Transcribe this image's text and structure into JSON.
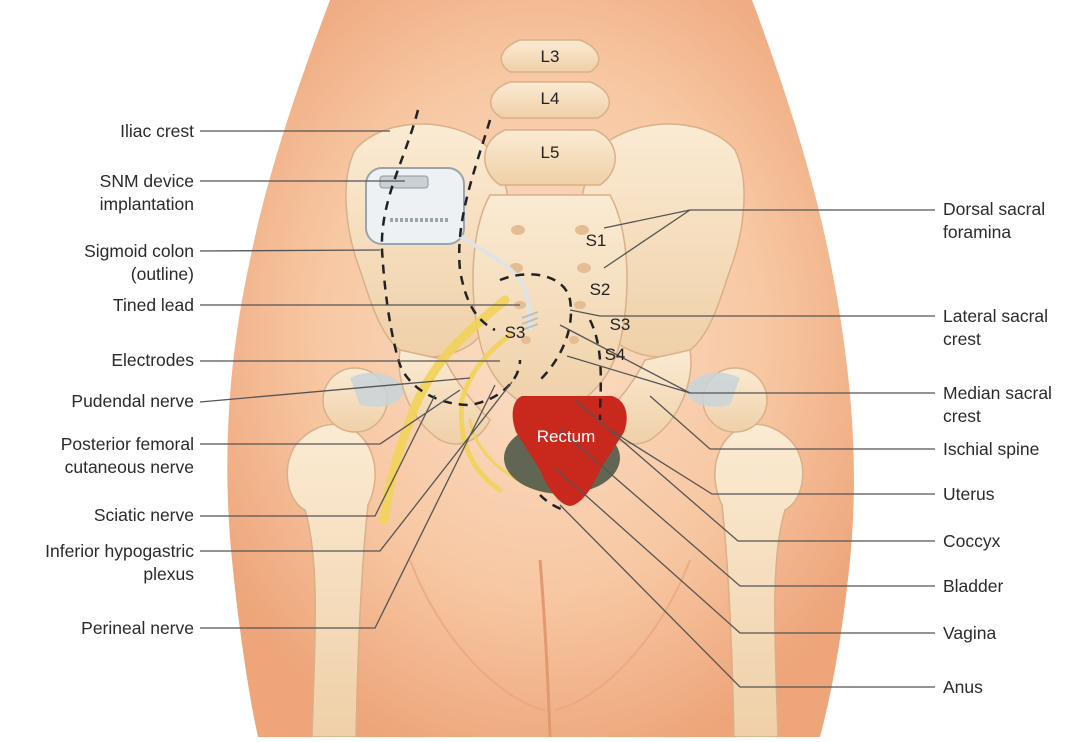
{
  "diagram": {
    "vertebra_labels": [
      "L3",
      "L4",
      "L5"
    ],
    "sacral_labels": [
      "S1",
      "S2",
      "S3",
      "S4"
    ],
    "lead_level_label": "S3",
    "organ_label": "Rectum",
    "left_labels": [
      "Iliac crest",
      "SNM device\nimplantation",
      "Sigmoid colon\n(outline)",
      "Tined lead",
      "Electrodes",
      "Pudendal nerve",
      "Posterior femoral\ncutaneous nerve",
      "Sciatic nerve",
      "Inferior hypogastric\nplexus",
      "Perineal nerve"
    ],
    "right_labels": [
      "Dorsal sacral\nforamina",
      "Lateral sacral\ncrest",
      "Median sacral\ncrest",
      "Ischial spine",
      "Uterus",
      "Coccyx",
      "Bladder",
      "Vagina",
      "Anus"
    ],
    "colors": {
      "skin": "#f5c09a",
      "skin_light": "#fadcc2",
      "bone": "#f9e4c8",
      "bone_shadow": "#e8c49c",
      "nerve": "#f2d35a",
      "rectum": "#c8291c",
      "cartilage": "#c9d3d9",
      "organ_dark": "#4f5a48",
      "leader": "#555555"
    }
  }
}
